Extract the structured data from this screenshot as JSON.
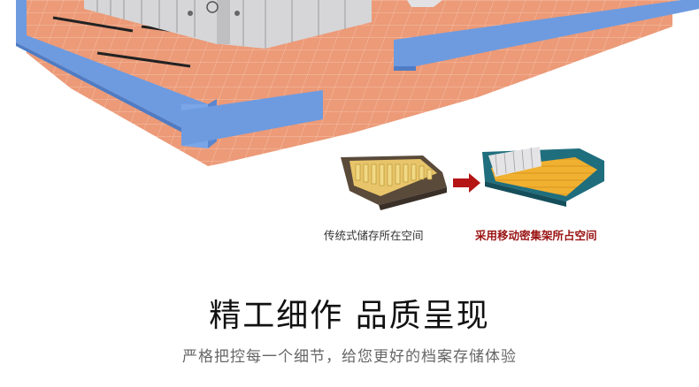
{
  "labels": {
    "traditional": "传统式储存所在空间",
    "mobile": "采用移动密集架所占空间"
  },
  "headline": {
    "main": "精工细作 品质呈现",
    "sub": "严格把控每一个细节，给您更好的档案存储体验"
  },
  "colors": {
    "wall_blue": "#6e9be0",
    "floor_tile": "#ec9a78",
    "arrow_red": "#b51515",
    "label_red": "#9a1212",
    "cabinet_gray": "#d6d6d8"
  }
}
